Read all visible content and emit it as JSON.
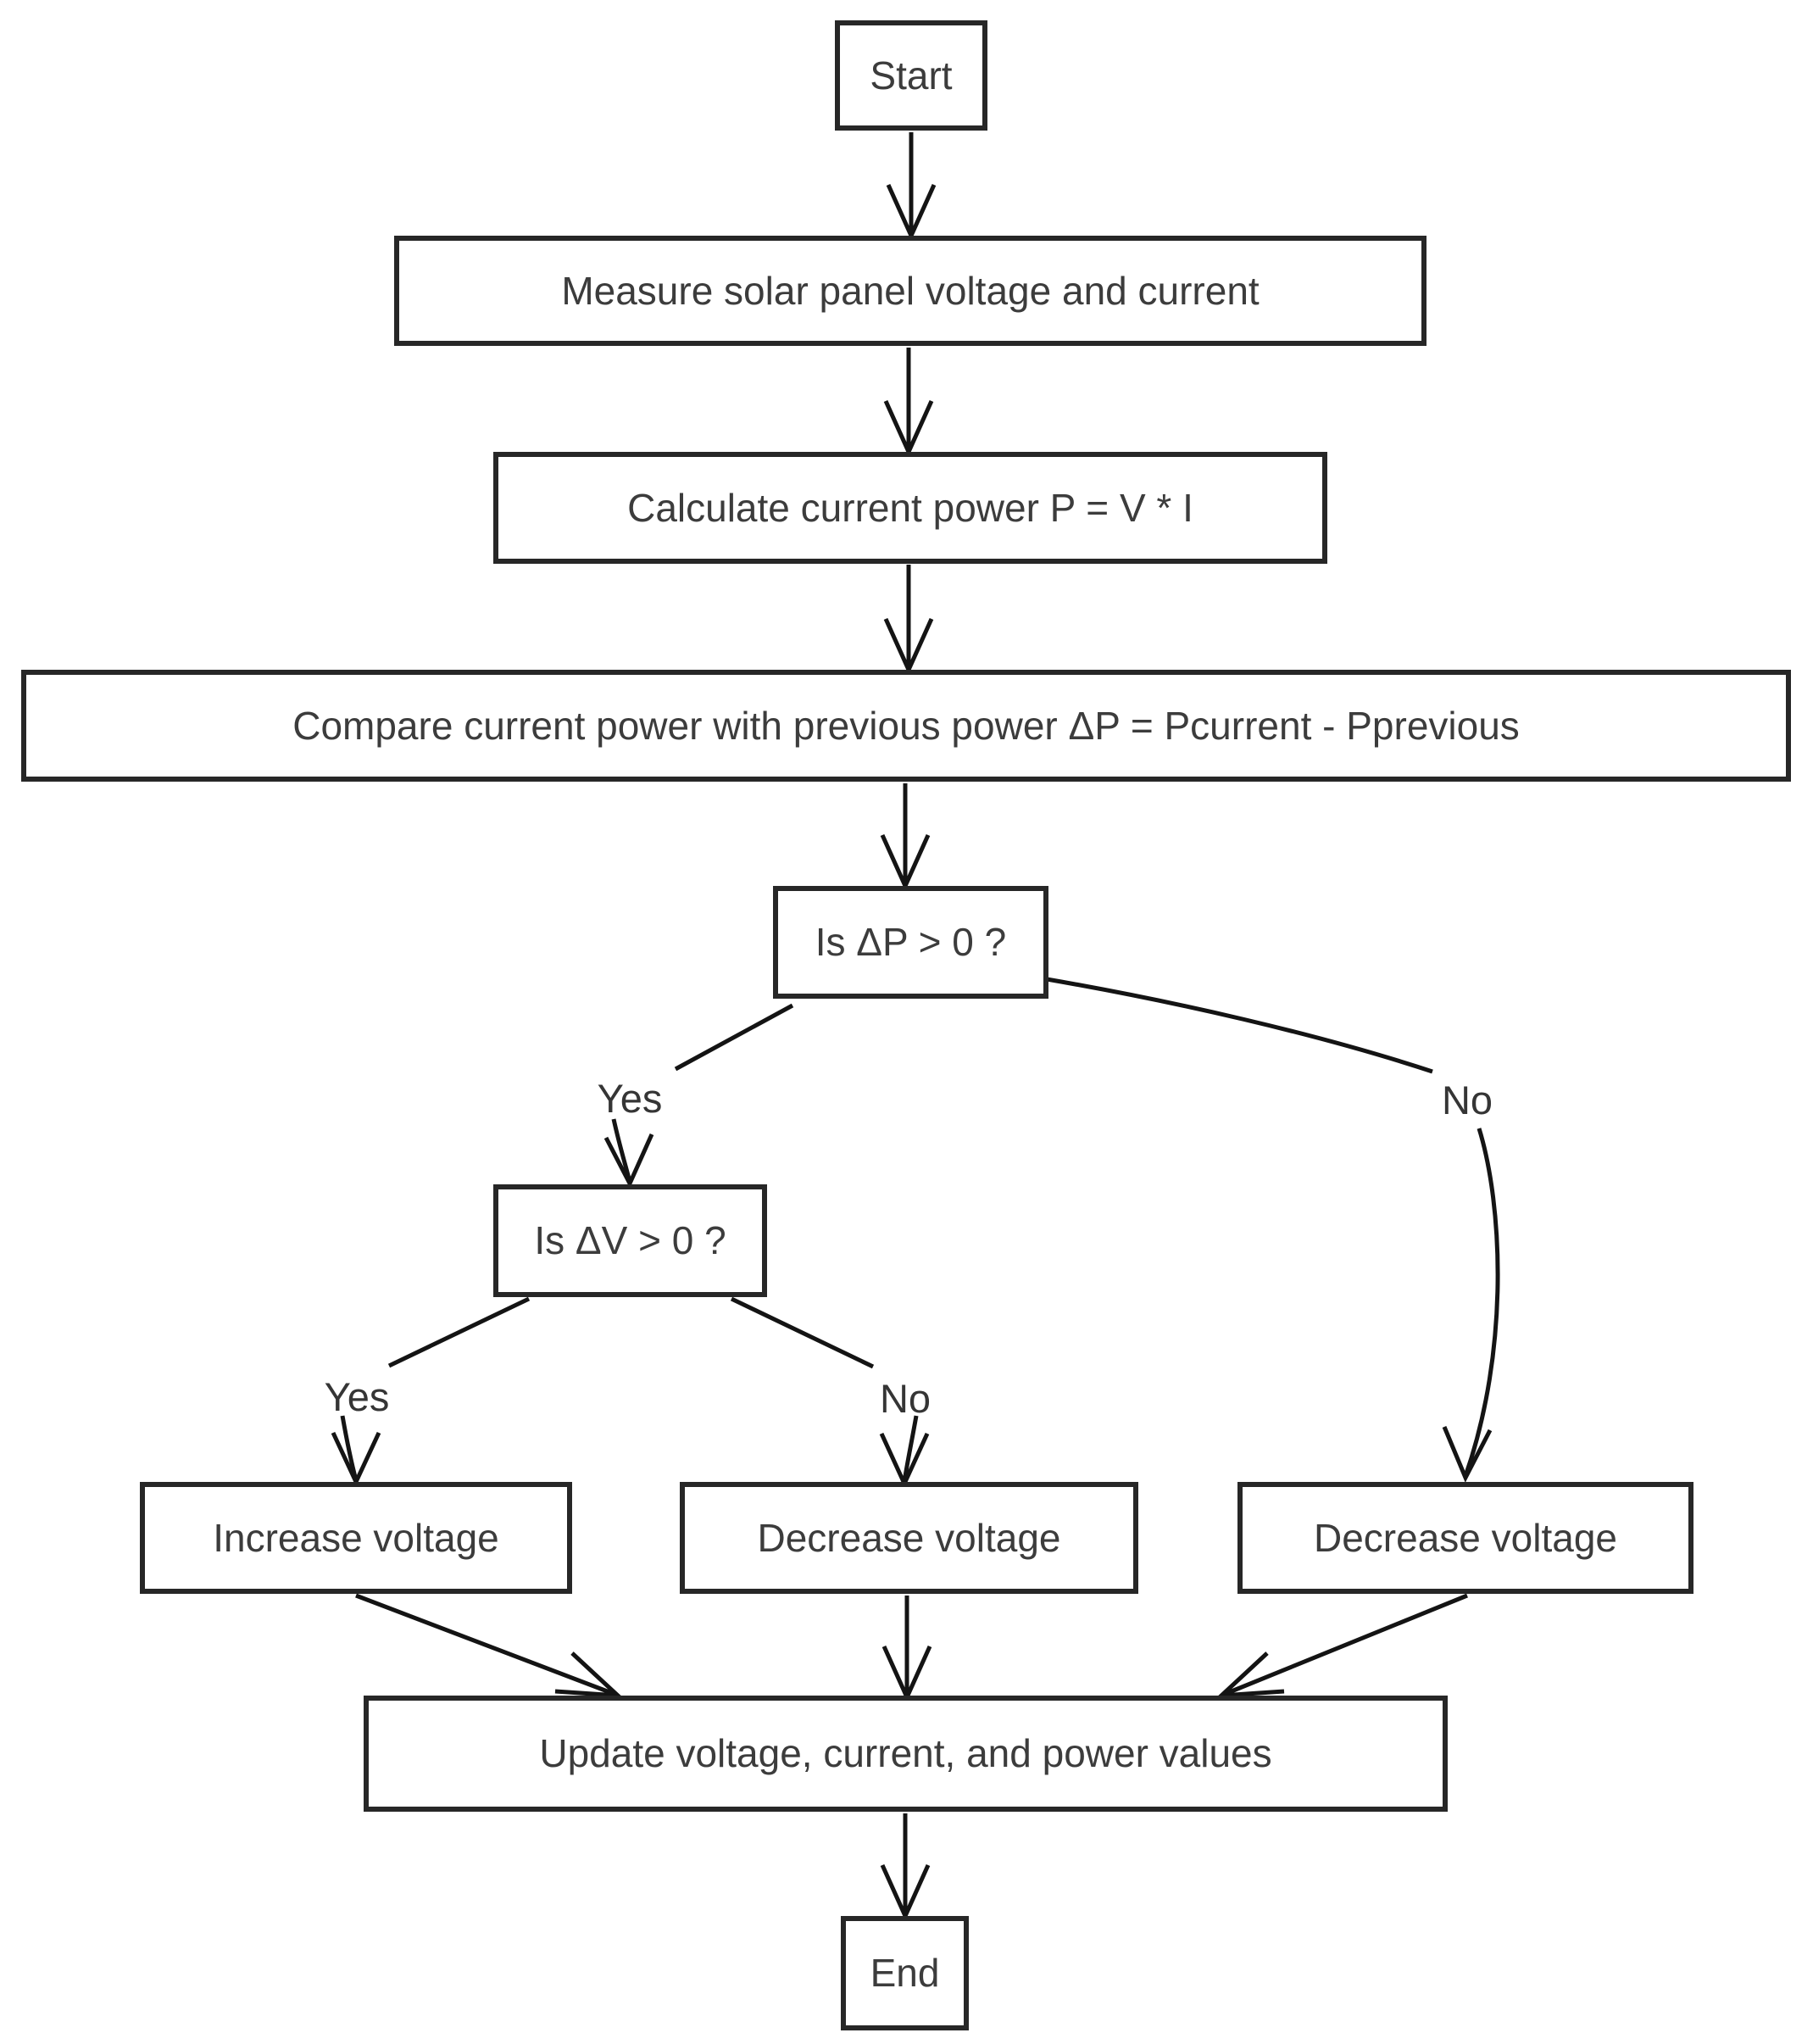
{
  "diagram": {
    "type": "flowchart",
    "background_color": "#ffffff",
    "line_color": "#141414",
    "box_border_color": "#272727",
    "text_color": "#3c3c3c"
  },
  "nodes": {
    "start": {
      "label": "Start"
    },
    "measure": {
      "label": "Measure solar panel voltage and current"
    },
    "calculate": {
      "label": "Calculate current power P = V * I"
    },
    "compare": {
      "label": "Compare current power with previous power ΔP = Pcurrent - Pprevious"
    },
    "is_dp_positive": {
      "label": "Is ΔP > 0 ?"
    },
    "is_dv_positive": {
      "label": "Is ΔV > 0 ?"
    },
    "increase_voltage": {
      "label": "Increase voltage"
    },
    "decrease_voltage_mid": {
      "label": "Decrease voltage"
    },
    "decrease_voltage_right": {
      "label": "Decrease voltage"
    },
    "update": {
      "label": "Update voltage, current, and power values"
    },
    "end": {
      "label": "End"
    }
  },
  "edges": {
    "start_to_measure": {
      "from": "start",
      "to": "measure",
      "label": ""
    },
    "measure_to_calculate": {
      "from": "measure",
      "to": "calculate",
      "label": ""
    },
    "calculate_to_compare": {
      "from": "calculate",
      "to": "compare",
      "label": ""
    },
    "compare_to_is_dp": {
      "from": "compare",
      "to": "is_dp_positive",
      "label": ""
    },
    "is_dp_yes": {
      "from": "is_dp_positive",
      "to": "is_dv_positive",
      "label": "Yes"
    },
    "is_dp_no": {
      "from": "is_dp_positive",
      "to": "decrease_voltage_right",
      "label": "No"
    },
    "is_dv_yes": {
      "from": "is_dv_positive",
      "to": "increase_voltage",
      "label": "Yes"
    },
    "is_dv_no": {
      "from": "is_dv_positive",
      "to": "decrease_voltage_mid",
      "label": "No"
    },
    "increase_to_update": {
      "from": "increase_voltage",
      "to": "update",
      "label": ""
    },
    "decrease_mid_to_update": {
      "from": "decrease_voltage_mid",
      "to": "update",
      "label": ""
    },
    "decrease_right_to_update": {
      "from": "decrease_voltage_right",
      "to": "update",
      "label": ""
    },
    "update_to_end": {
      "from": "update",
      "to": "end",
      "label": ""
    }
  }
}
